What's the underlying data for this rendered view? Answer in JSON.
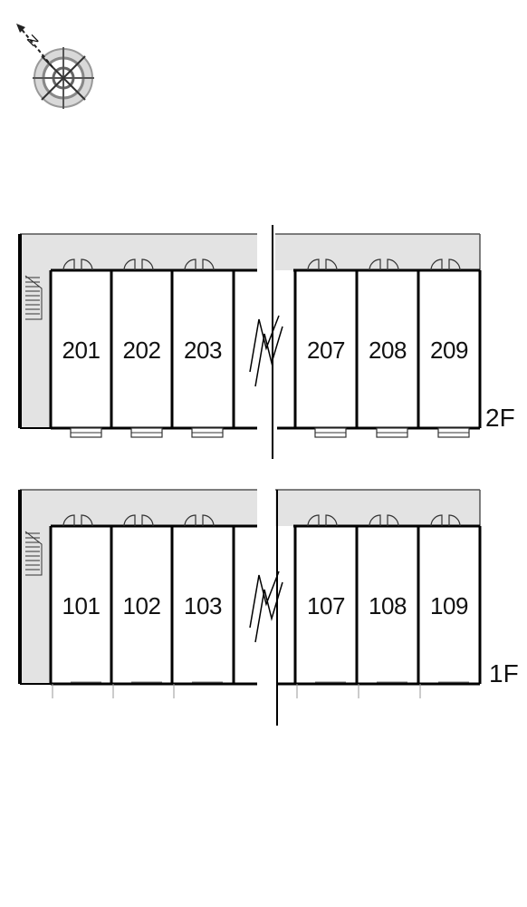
{
  "compass": {
    "north_label": "N",
    "icon": "compass-rose-icon"
  },
  "floors": [
    {
      "label": "2F",
      "units": [
        "201",
        "202",
        "203",
        "207",
        "208",
        "209"
      ]
    },
    {
      "label": "1F",
      "units": [
        "101",
        "102",
        "103",
        "107",
        "108",
        "109"
      ]
    }
  ],
  "colors": {
    "corridor": "#e3e3e3",
    "wall": "#000000"
  }
}
